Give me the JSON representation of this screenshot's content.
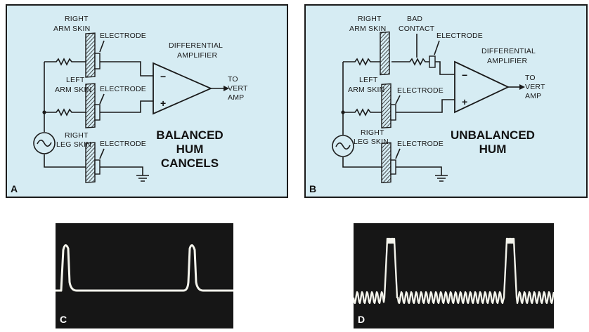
{
  "panel_a": {
    "tag": "A",
    "right_arm_line1": "RIGHT",
    "right_arm_line2": "ARM SKIN",
    "left_arm_line1": "LEFT",
    "left_arm_line2": "ARM SKIN",
    "right_leg_line1": "RIGHT",
    "right_leg_line2": "LEG SKIN",
    "electrode": "ELECTRODE",
    "amp_line1": "DIFFERENTIAL",
    "amp_line2": "AMPLIFIER",
    "out_line1": "TO",
    "out_line2": "VERT",
    "out_line3": "AMP",
    "minus": "−",
    "plus": "+",
    "caption_line1": "BALANCED",
    "caption_line2": "HUM",
    "caption_line3": "CANCELS"
  },
  "panel_b": {
    "tag": "B",
    "right_arm_line1": "RIGHT",
    "right_arm_line2": "ARM SKIN",
    "bad_line1": "BAD",
    "bad_line2": "CONTACT",
    "left_arm_line1": "LEFT",
    "left_arm_line2": "ARM SKIN",
    "right_leg_line1": "RIGHT",
    "right_leg_line2": "LEG SKIN",
    "electrode": "ELECTRODE",
    "amp_line1": "DIFFERENTIAL",
    "amp_line2": "AMPLIFIER",
    "out_line1": "TO",
    "out_line2": "VERT",
    "out_line3": "AMP",
    "minus": "−",
    "plus": "+",
    "caption_line1": "UNBALANCED",
    "caption_line2": "HUM"
  },
  "panel_c": {
    "tag": "C"
  },
  "panel_d": {
    "tag": "D"
  },
  "colors": {
    "diagram_bg": "#d6ecf3",
    "line": "#1a1a1a",
    "scope_bg": "#161616",
    "trace": "#f4f4ec"
  }
}
